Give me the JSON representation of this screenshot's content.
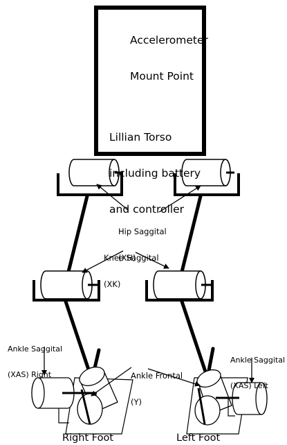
{
  "labels": {
    "accel_line1": "Accelerometer",
    "accel_line2": "Mount Point",
    "torso_line1": "Lillian Torso",
    "torso_line2": "including battery",
    "torso_line3": "and controller",
    "hip_line1": "Hip Saggital",
    "hip_line2": "(XH)",
    "knee_line1": "Knee Saggital",
    "knee_line2": "(XK)",
    "ankle_right_line1": "Ankle Saggital",
    "ankle_right_line2": "(XAS) Right",
    "ankle_frontal_line1": "Ankle Frontal",
    "ankle_frontal_line2": "(Y)",
    "ankle_left_line1": "Ankle Saggital",
    "ankle_left_line2": "(XAS) Left",
    "right_foot": "Right Foot",
    "left_foot": "Left Foot"
  },
  "colors": {
    "ink": "#000000",
    "fill": "#ffffff"
  }
}
